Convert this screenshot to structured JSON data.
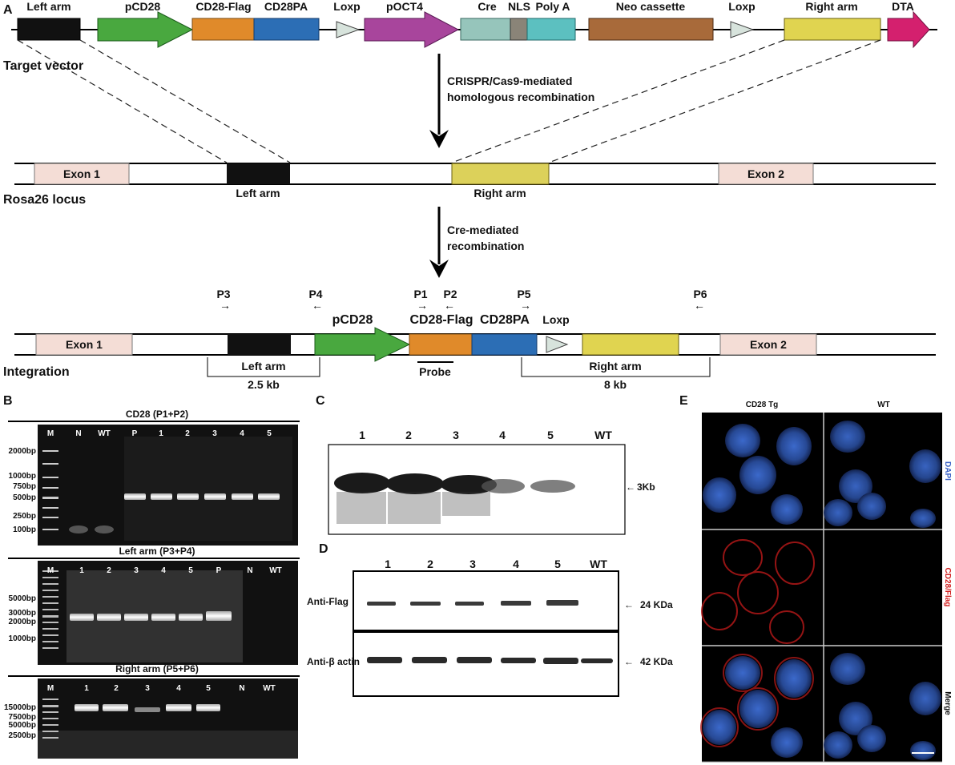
{
  "panels": {
    "a": "A",
    "b": "B",
    "c": "C",
    "d": "D",
    "e": "E"
  },
  "target_vector": {
    "label": "Target vector",
    "elements": [
      "Left arm",
      "pCD28",
      "CD28-Flag",
      "CD28PA",
      "Loxp",
      "pOCT4",
      "Cre",
      "NLS",
      "Poly A",
      "Neo cassette",
      "Loxp",
      "Right arm",
      "DTA"
    ]
  },
  "step1": {
    "line1": "CRISPR/Cas9-mediated",
    "line2": "homologous recombination"
  },
  "rosa": {
    "label": "Rosa26 locus",
    "exon1": "Exon 1",
    "exon2": "Exon 2",
    "left_arm": "Left arm",
    "right_arm": "Right arm"
  },
  "step2": {
    "line1": "Cre-mediated",
    "line2": "recombination"
  },
  "integration": {
    "label": "Integration",
    "exon1": "Exon 1",
    "exon2": "Exon 2",
    "pcd28": "pCD28",
    "cd28flag": "CD28-Flag",
    "cd28pa": "CD28PA",
    "loxp": "Loxp",
    "left_arm": "Left arm",
    "left_size": "2.5 kb",
    "right_arm": "Right arm",
    "right_size": "8 kb",
    "probe": "Probe",
    "primers": [
      "P3",
      "P4",
      "P1",
      "P2",
      "P5",
      "P6"
    ]
  },
  "gel1": {
    "title": "CD28 (P1+P2)",
    "lanes": [
      "M",
      "N",
      "WT",
      "P",
      "1",
      "2",
      "3",
      "4",
      "5"
    ],
    "ladder": [
      "2000bp",
      "1000bp",
      "750bp",
      "500bp",
      "250bp",
      "100bp"
    ]
  },
  "gel2": {
    "title": "Left arm (P3+P4)",
    "lanes": [
      "M",
      "1",
      "2",
      "3",
      "4",
      "5",
      "P",
      "N",
      "WT"
    ],
    "ladder": [
      "5000bp",
      "3000bp",
      "2000bp",
      "1000bp"
    ]
  },
  "gel3": {
    "title": "Right arm (P5+P6)",
    "lanes": [
      "M",
      "1",
      "2",
      "3",
      "4",
      "5",
      "N",
      "WT"
    ],
    "ladder": [
      "15000bp",
      "7500bp",
      "5000bp",
      "2500bp"
    ]
  },
  "southern": {
    "lanes": [
      "1",
      "2",
      "3",
      "4",
      "5",
      "WT"
    ],
    "marker": "3Kb"
  },
  "western": {
    "lanes": [
      "1",
      "2",
      "3",
      "4",
      "5",
      "WT"
    ],
    "row1": "Anti-Flag",
    "row1_size": "24 KDa",
    "row2": "Anti-β actin",
    "row2_size": "42 KDa"
  },
  "micro": {
    "col1": "CD28 Tg",
    "col2": "WT",
    "rows": [
      "DAPI",
      "CD28/Flag",
      "Merge"
    ],
    "colors": {
      "dapi": "#3a62c8",
      "flag": "#d22020"
    }
  }
}
